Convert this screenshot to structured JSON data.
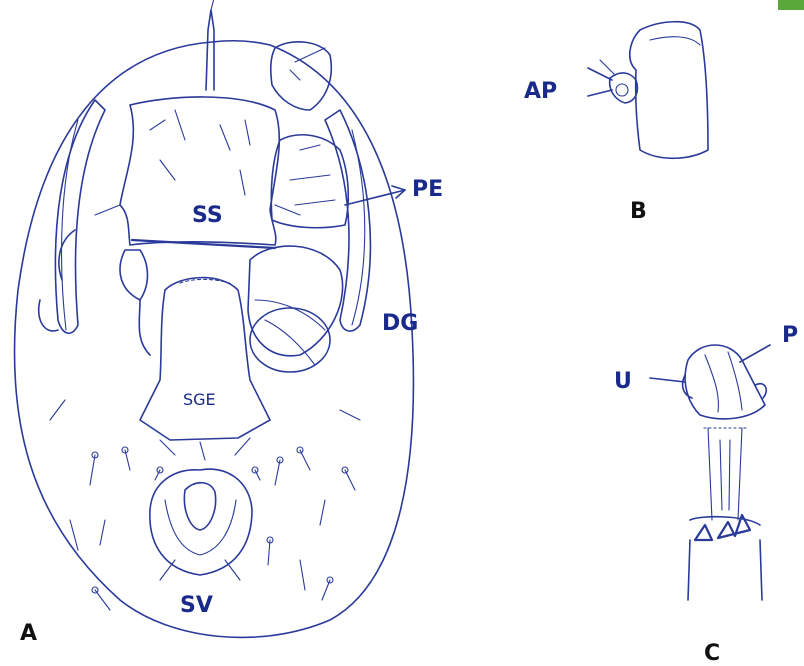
{
  "labels": {
    "ss": "SS",
    "sge": "SGE",
    "sv": "SV",
    "pe": "PE",
    "dg": "DG",
    "ap": "AP",
    "u": "U",
    "p": "P"
  },
  "panels": {
    "a": "A",
    "b": "B",
    "c": "C"
  },
  "colors": {
    "ink": "#2a3a9a",
    "corner_tag": "#5aa83a"
  }
}
